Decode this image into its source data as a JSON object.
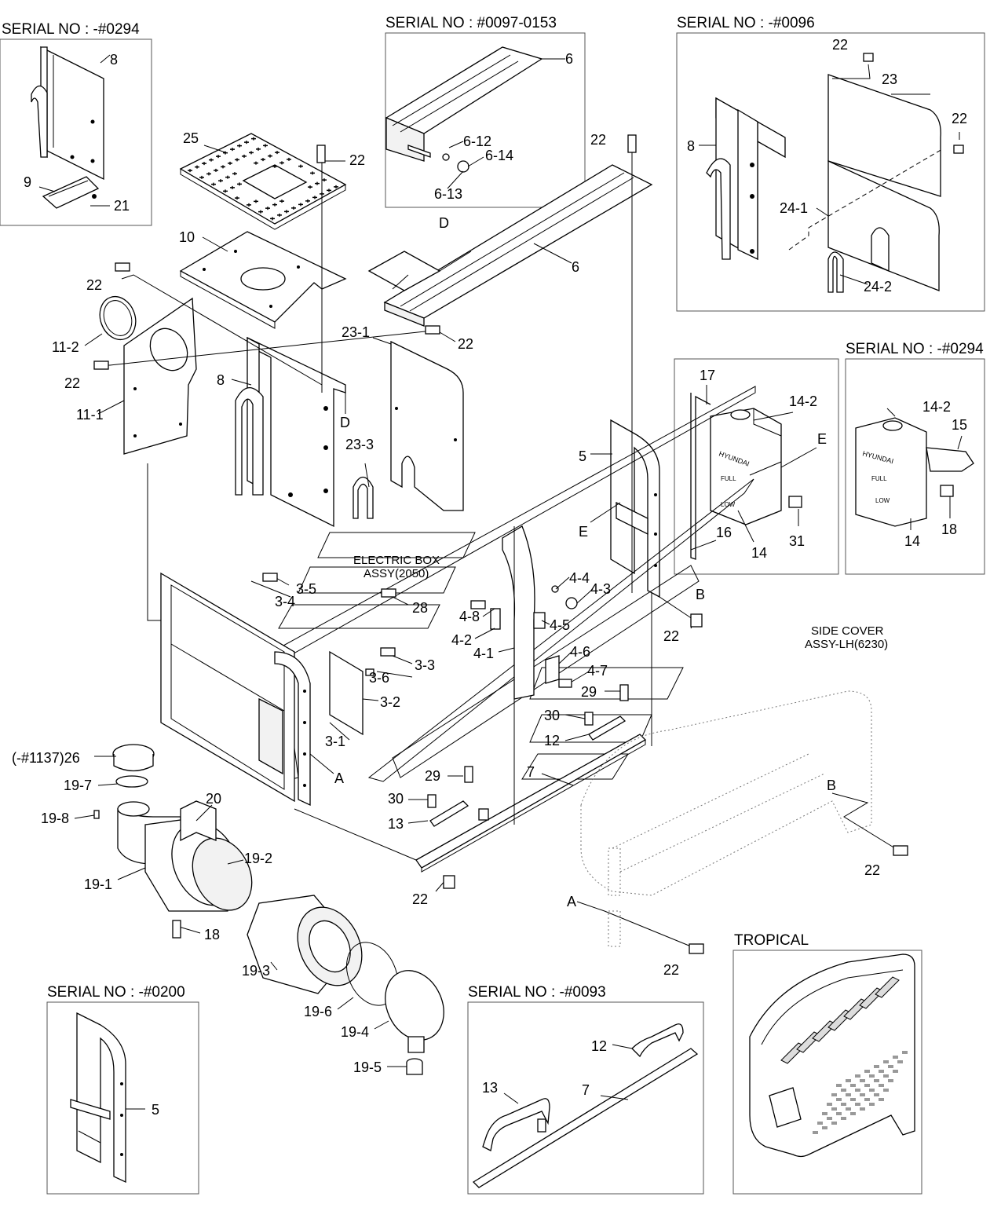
{
  "serial_boxes": [
    {
      "id": "a",
      "title": "SERIAL NO : -#0294"
    },
    {
      "id": "b",
      "title": "SERIAL NO : #0097-0153"
    },
    {
      "id": "c",
      "title": "SERIAL NO : -#0096"
    },
    {
      "id": "d",
      "title": "SERIAL NO : -#0294"
    },
    {
      "id": "e",
      "title": "SERIAL NO : -#0200"
    },
    {
      "id": "f",
      "title": "SERIAL NO : -#0093"
    }
  ],
  "tropical_title": "TROPICAL",
  "captions": {
    "electric_box_1": "ELECTRIC BOX",
    "electric_box_2": "ASSY(2050)",
    "side_cover_1": "SIDE COVER",
    "side_cover_2": "ASSY-LH(6230)"
  },
  "tank_marks": {
    "brand": "HYUNDAI",
    "full": "FULL",
    "low": "LOW"
  },
  "labels": [
    "8",
    "9",
    "21",
    "6",
    "6-12",
    "6-14",
    "6-13",
    "22",
    "23",
    "22",
    "8",
    "24-1",
    "24-2",
    "25",
    "22",
    "10",
    "22",
    "D",
    "6",
    "22",
    "11-2",
    "22",
    "11-1",
    "8",
    "D",
    "23-1",
    "22",
    "23-3",
    "17",
    "14-2",
    "E",
    "5",
    "E",
    "14",
    "31",
    "16",
    "B",
    "14-2",
    "15",
    "14",
    "18",
    "3-5",
    "3-4",
    "28",
    "4-8",
    "4-4",
    "4-3",
    "4-2",
    "4-5",
    "4-1",
    "22",
    "3-6",
    "3-3",
    "3-2",
    "3-1",
    "A",
    "4-6",
    "4-7",
    "29",
    "30",
    "12",
    "7",
    "29",
    "30",
    "13",
    "22",
    "(-#1137)26",
    "19-7",
    "19-8",
    "20",
    "19-2",
    "19-1",
    "18",
    "19-3",
    "19-6",
    "19-4",
    "19-5",
    "B",
    "22",
    "A",
    "22",
    "5",
    "12",
    "13",
    "7"
  ]
}
